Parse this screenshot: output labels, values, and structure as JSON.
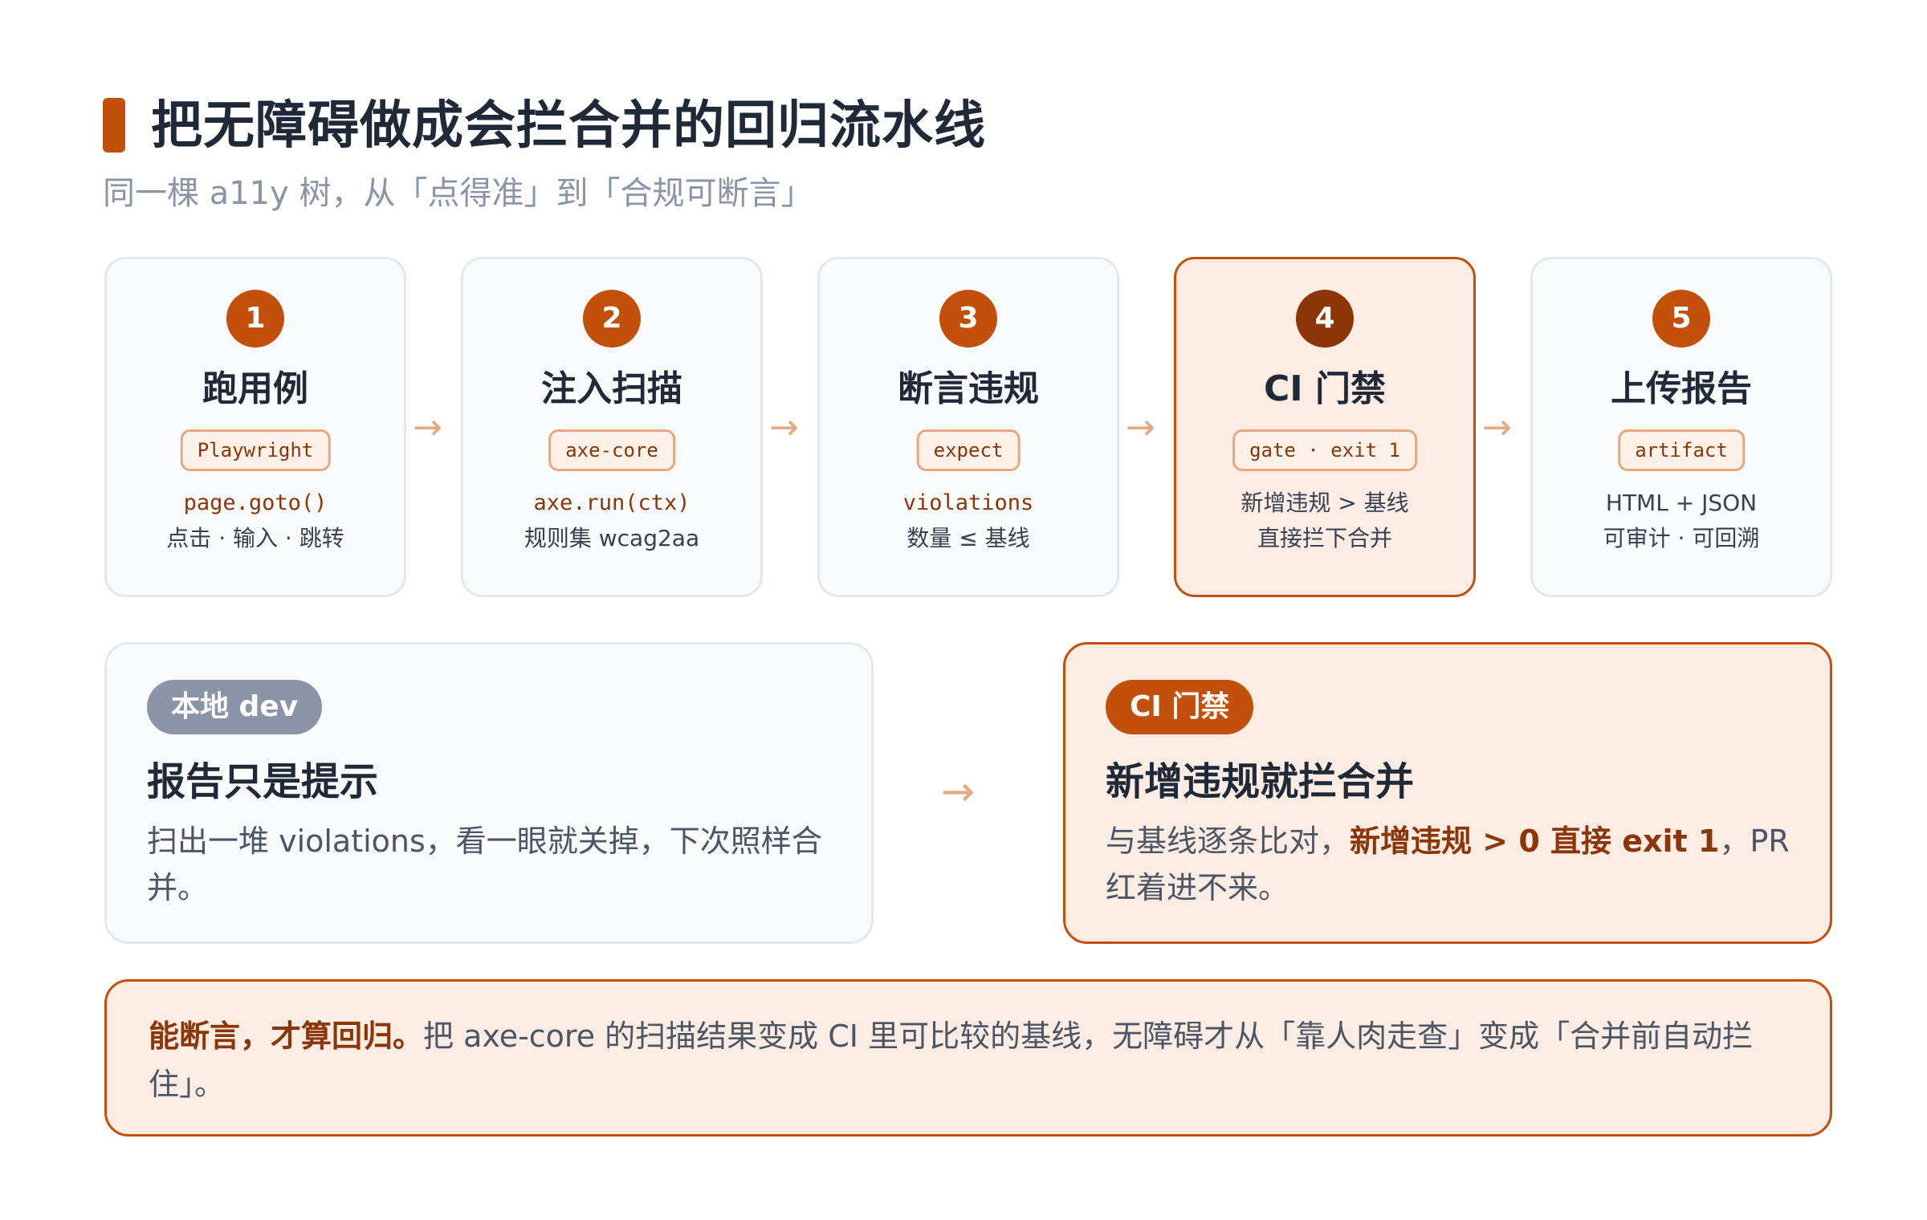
{
  "header": {
    "title": "把无障碍做成会拦合并的回归流水线",
    "subtitle": "同一棵 a11y 树，从「点得准」到「合规可断言」"
  },
  "steps": [
    {
      "num": "1",
      "name": "跑用例",
      "tag": "Playwright",
      "line1": "page.goto()",
      "line2": "点击 · 输入 · 跳转"
    },
    {
      "num": "2",
      "name": "注入扫描",
      "tag": "axe-core",
      "line1": "axe.run(ctx)",
      "line2": "规则集 wcag2aa"
    },
    {
      "num": "3",
      "name": "断言违规",
      "tag": "expect",
      "line1": "violations",
      "line2": "数量 ≤ 基线"
    },
    {
      "num": "4",
      "name": "CI 门禁",
      "tag": "gate · exit 1",
      "line1": "新增违规 > 基线",
      "line2": "直接拦下合并"
    },
    {
      "num": "5",
      "name": "上传报告",
      "tag": "artifact",
      "line1": "HTML + JSON",
      "line2": "可审计 · 可回溯"
    }
  ],
  "arrow_glyph": "→",
  "local": {
    "pill": "本地 dev",
    "head": "报告只是提示",
    "body": "扫出一堆 violations，看一眼就关掉，下次照样合并。"
  },
  "ci": {
    "pill": "CI 门禁",
    "head": "新增违规就拦合并",
    "body_before": "与基线逐条比对，",
    "body_bold": "新增违规 > 0 直接 exit 1",
    "body_after": "，PR 红着进不来。"
  },
  "summary": {
    "bold": "能断言，才算回归。",
    "text": "把 axe-core 的扫描结果变成 CI 里可比较的基线，无障碍才从「靠人肉走查」变成「合并前自动拦住」。"
  },
  "colors": {
    "accent": "#c2500a",
    "accent_dark": "#8c3506",
    "accent_light": "#fdece3",
    "muted": "#8a94a6"
  }
}
